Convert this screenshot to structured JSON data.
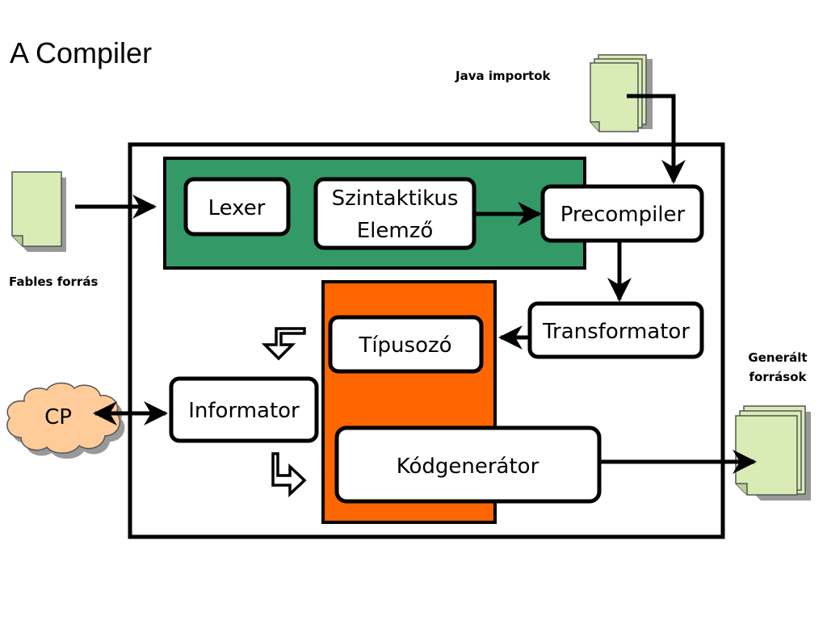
{
  "slide": {
    "title": "A Compiler"
  },
  "inputs": {
    "java_imports": "Java importok",
    "fables_source": "Fables forrás",
    "generated_sources_line1": "Generált",
    "generated_sources_line2": "források"
  },
  "components": {
    "lexer": "Lexer",
    "parser_line1": "Szintaktikus",
    "parser_line2": "Elemző",
    "precompiler": "Precompiler",
    "transformator": "Transformator",
    "typer": "Típusozó",
    "informator": "Informator",
    "codegen": "Kódgenerátor",
    "cp": "CP"
  },
  "colors": {
    "front_end_block": "#339966",
    "back_end_block": "#ff6600",
    "document": "#d9ecb6",
    "cloud": "#ffcc99"
  }
}
